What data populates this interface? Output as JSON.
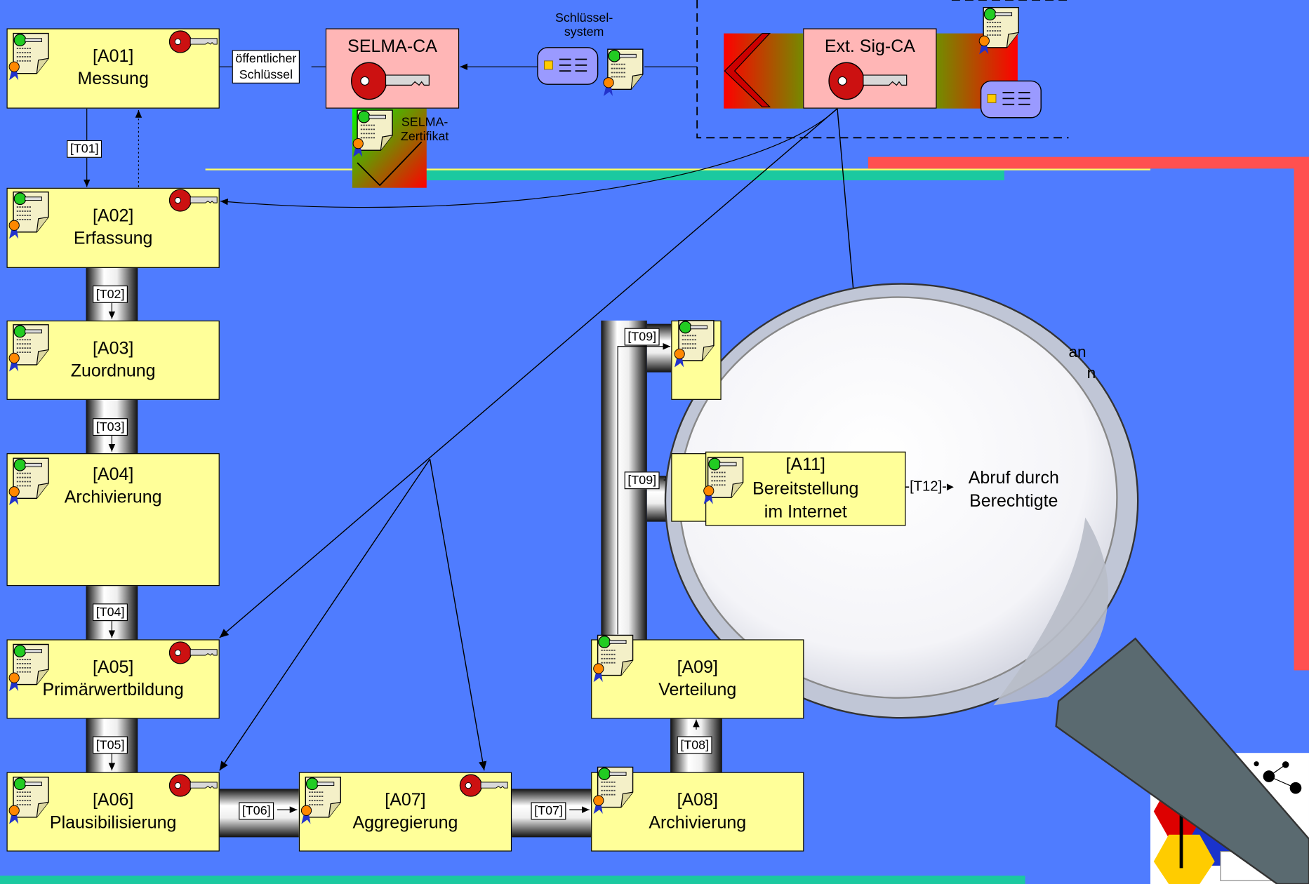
{
  "nodes": {
    "a01": {
      "id": "[A01]",
      "name": "Messung"
    },
    "a02": {
      "id": "[A02]",
      "name": "Erfassung"
    },
    "a03": {
      "id": "[A03]",
      "name": "Zuordnung"
    },
    "a04": {
      "id": "[A04]",
      "name": "Archivierung"
    },
    "a05": {
      "id": "[A05]",
      "name": "Primärwertbildung"
    },
    "a06": {
      "id": "[A06]",
      "name": "Plausibilisierung"
    },
    "a07": {
      "id": "[A07]",
      "name": "Aggregierung"
    },
    "a08": {
      "id": "[A08]",
      "name": "Archivierung"
    },
    "a09": {
      "id": "[A09]",
      "name": "Verteilung"
    },
    "a11": {
      "id": "[A11]",
      "name1": "Bereitstellung",
      "name2": "im Internet"
    }
  },
  "ca": {
    "selma": "SELMA-CA",
    "ext": "Ext. Sig-CA"
  },
  "transitions": {
    "t01": "[T01]",
    "t02": "[T02]",
    "t03": "[T03]",
    "t04": "[T04]",
    "t05": "[T05]",
    "t06": "[T06]",
    "t07": "[T07]",
    "t08": "[T08]",
    "t09a": "[T09]",
    "t09b": "[T09]",
    "t12": "[T12]"
  },
  "labels": {
    "public_key_1": "öffentlicher",
    "public_key_2": "Schlüssel",
    "keysystem_1": "Schlüssel-",
    "keysystem_2": "system",
    "selma_cert_1": "SELMA-",
    "selma_cert_2": "Zertifikat",
    "abruf_1": "Abruf durch",
    "abruf_2": "Berechtigte",
    "partial_1": "an",
    "partial_2": "n"
  },
  "colors": {
    "background": "#4f7cff",
    "box": "#ffff99",
    "ca_box": "#ffb6b6",
    "key_red": "#cc1111",
    "teal_line": "#1bc9a0",
    "red_border": "#ff5050",
    "smartcard": "#9a9aff"
  },
  "icons": [
    "certificate-icon",
    "key-icon",
    "smartcard-icon",
    "database-icon",
    "magnifier-icon",
    "institute-logo"
  ]
}
